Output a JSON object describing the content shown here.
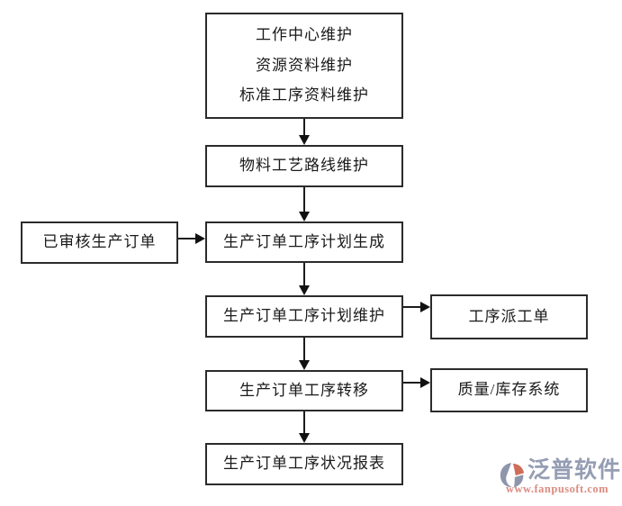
{
  "diagram": {
    "nodes": {
      "master_data": {
        "lines": [
          "工作中心维护",
          "资源资料维护",
          "标准工序资料维护"
        ]
      },
      "routing": {
        "label": "物料工艺路线维护"
      },
      "approved_order": {
        "label": "已审核生产订单"
      },
      "plan_generate": {
        "label": "生产订单工序计划生成"
      },
      "plan_maintain": {
        "label": "生产订单工序计划维护"
      },
      "dispatch_order": {
        "label": "工序派工单"
      },
      "process_transfer": {
        "label": "生产订单工序转移"
      },
      "quality_inventory": {
        "label": "质量/库存系统"
      },
      "status_report": {
        "label": "生产订单工序状况报表"
      }
    },
    "edges": [
      {
        "from": "master_data",
        "to": "routing"
      },
      {
        "from": "routing",
        "to": "plan_generate"
      },
      {
        "from": "approved_order",
        "to": "plan_generate"
      },
      {
        "from": "plan_generate",
        "to": "plan_maintain"
      },
      {
        "from": "plan_maintain",
        "to": "dispatch_order"
      },
      {
        "from": "plan_maintain",
        "to": "process_transfer"
      },
      {
        "from": "process_transfer",
        "to": "quality_inventory"
      },
      {
        "from": "process_transfer",
        "to": "status_report"
      }
    ],
    "line_color": "#1c1c1c",
    "box_border_color": "#2b2b2b"
  },
  "watermark": {
    "brand": "泛普软件",
    "url": "www.fanpusoft.com",
    "brand_color": "#959db3",
    "url_color": "#dc8b80",
    "icon_primary_color": "#8e96ac",
    "icon_accent_color": "#cf6c59"
  }
}
